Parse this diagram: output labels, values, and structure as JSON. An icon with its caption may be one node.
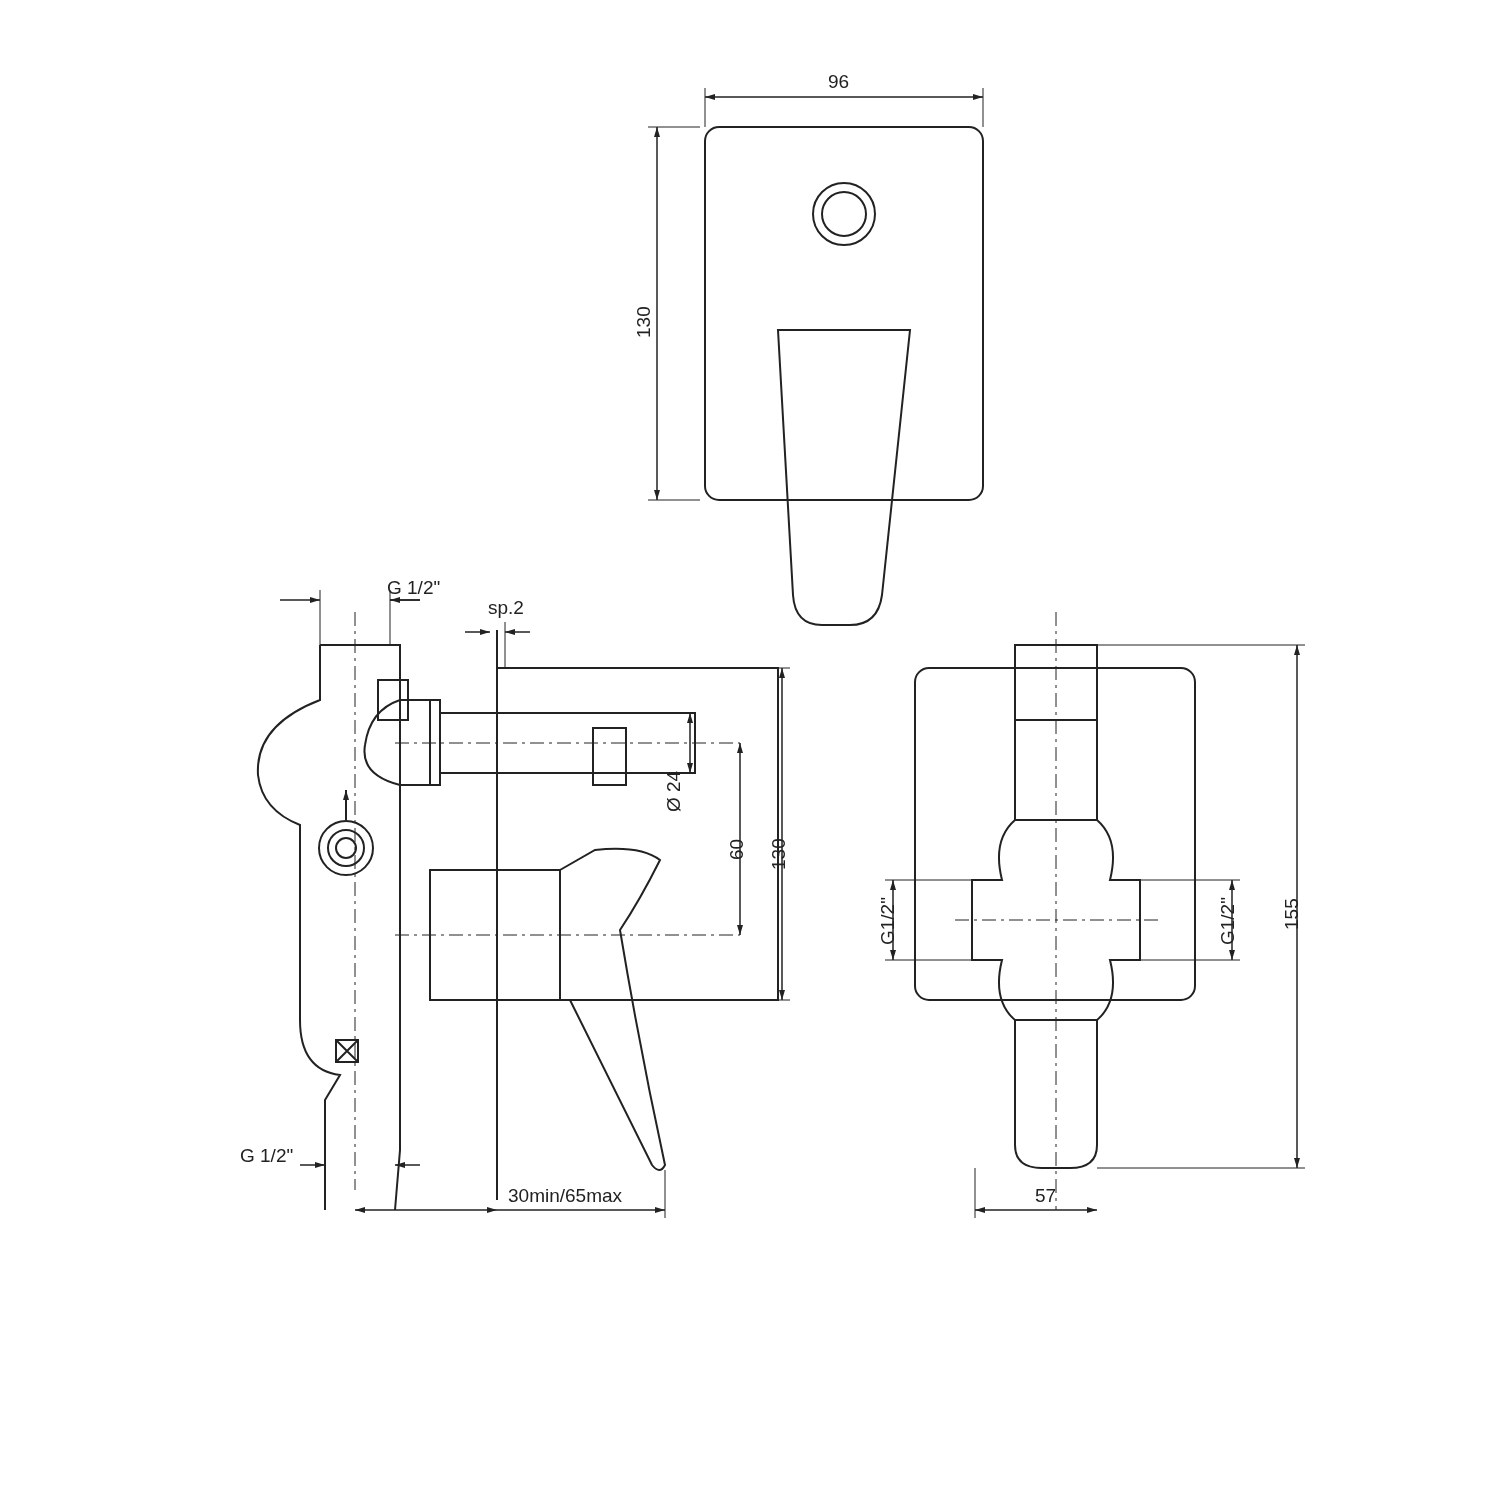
{
  "diagram": {
    "labels": [
      "96",
      "130",
      "G 1/2\"",
      "sp.2",
      "Ø 24",
      "60",
      "130",
      "G1/2\"",
      "G1/2\"",
      "155",
      "G 1/2\"",
      "30min/65max",
      "57"
    ]
  }
}
